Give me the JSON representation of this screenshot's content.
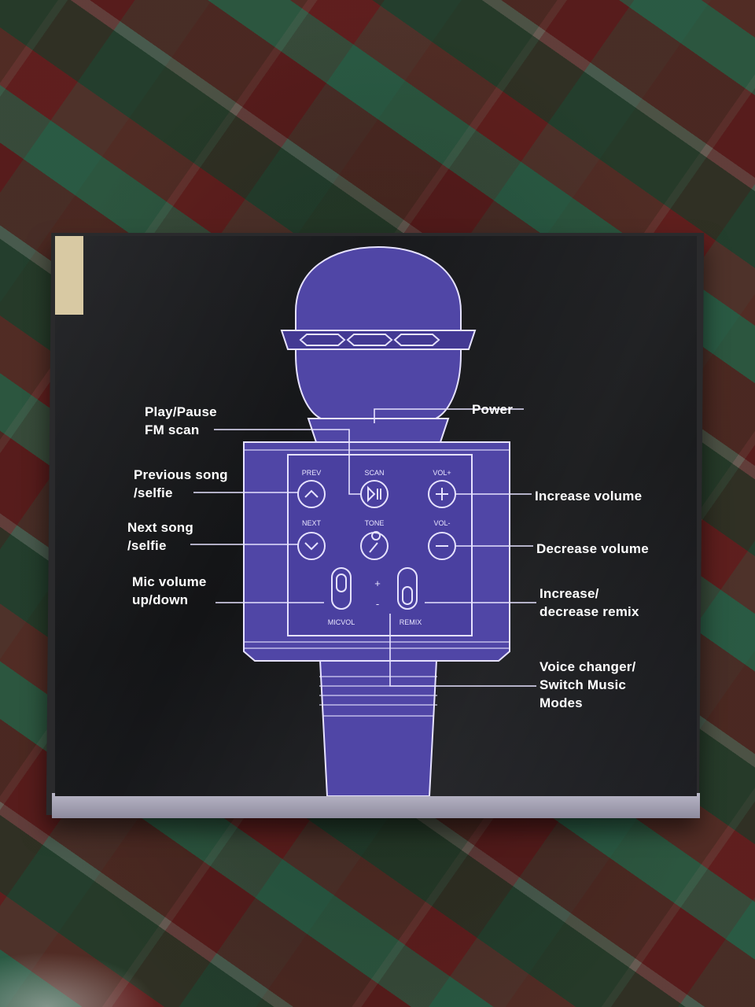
{
  "box": {
    "labels": {
      "power": "Power",
      "play_pause": "Play/Pause\nFM scan",
      "previous_song": "Previous song\n/selfie",
      "next_song": "Next song\n/selfie",
      "mic_volume": "Mic volume\nup/down",
      "increase_volume": "Increase volume",
      "decrease_volume": "Decrease volume",
      "remix": "Increase/\ndecrease remix",
      "voice_changer": "Voice changer/\nSwitch Music\nModes"
    },
    "buttons": {
      "prev": "PREV",
      "scan": "SCAN",
      "vol_plus": "VOL+",
      "next": "NEXT",
      "tone": "TONE",
      "vol_minus": "VOL-",
      "micvol": "MICVOL",
      "remix": "REMIX",
      "plus": "+",
      "minus": "-"
    }
  },
  "colors": {
    "mic_fill": "#5046a6",
    "outline": "#e6e2ff",
    "box": "#17181b"
  }
}
